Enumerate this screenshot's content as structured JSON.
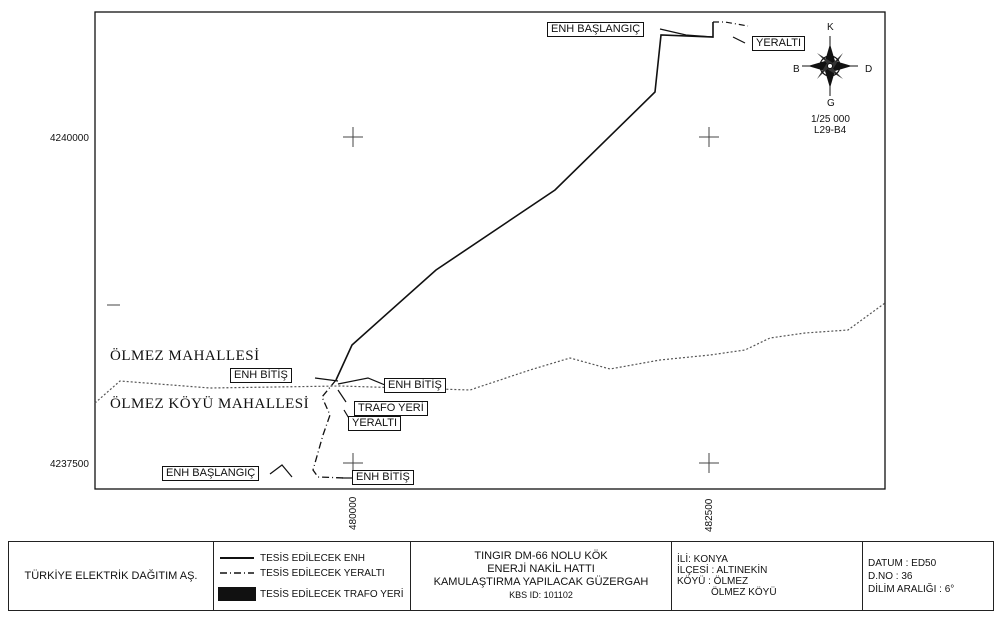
{
  "map": {
    "grid_labels": {
      "north_4240000": "4240000",
      "north_4237500": "4237500",
      "east_480000": "480000",
      "east_482500": "482500"
    },
    "compass": {
      "north": "K",
      "south": "G",
      "east": "D",
      "west": "B"
    },
    "scale": "1/25 000",
    "sheet": "L29-B4",
    "places": {
      "olmez_mahallesi": "ÖLMEZ MAHALLESİ",
      "olmez_koyu_mahallesi": "ÖLMEZ KÖYÜ MAHALLESİ"
    },
    "callouts": {
      "enh_baslangic_top": "ENH BAŞLANGIÇ",
      "yeralti_top": "YERALTI",
      "enh_bitis_left": "ENH BİTİŞ",
      "enh_bitis_right": "ENH BİTİŞ",
      "trafo_yeri": "TRAFO YERİ",
      "yeralti_mid": "YERALTI",
      "enh_baslangic_bottom": "ENH BAŞLANGIÇ",
      "enh_bitis_bottom": "ENH BİTİŞ"
    }
  },
  "legend": {
    "company": "TÜRKİYE ELEKTRİK DAĞITIM AŞ.",
    "items": {
      "enh": "TESİS EDİLECEK ENH",
      "yeralti": "TESİS EDİLECEK YERALTI",
      "trafo": "TESİS EDİLECEK TRAFO YERİ"
    },
    "project": {
      "line1": "TINGIR DM-66 NOLU KÖK",
      "line2": "ENERJİ NAKİL HATTI",
      "line3": "KAMULAŞTIRMA YAPILACAK GÜZERGAH",
      "kbs": "KBS ID: 101102"
    },
    "location": {
      "il": "İLİ: KONYA",
      "ilce": "İLÇESİ : ALTINEKİN",
      "koy": "KÖYÜ : ÖLMEZ",
      "koy2": "ÖLMEZ KÖYÜ"
    },
    "datum": {
      "datum": "DATUM : ED50",
      "dno": "D.NO : 36",
      "dilim": "DİLİM ARALIĞI : 6°"
    }
  }
}
